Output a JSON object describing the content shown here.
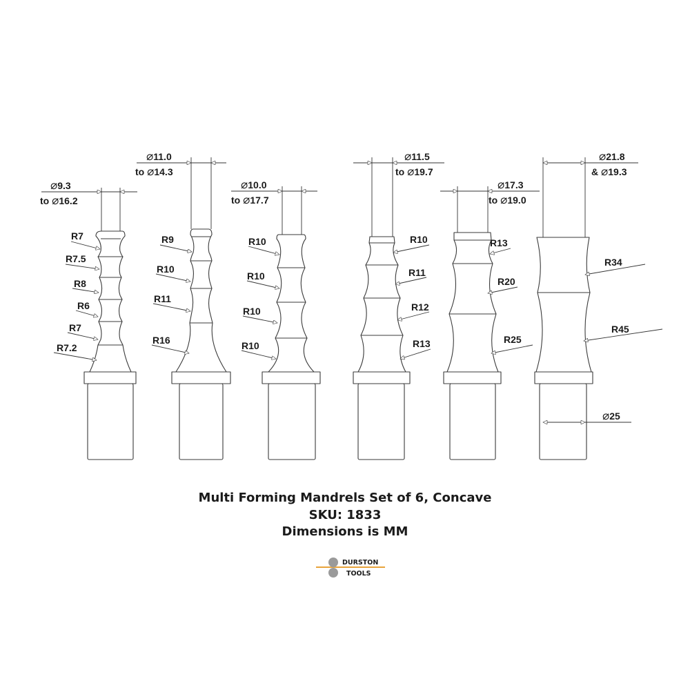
{
  "title": {
    "line1": "Multi Forming Mandrels Set of 6, Concave",
    "line2": "SKU: 1833",
    "line3": "Dimensions is MM"
  },
  "logo": {
    "line1": "DURSTON",
    "line2": "TOOLS",
    "accent_color": "#e8a33a",
    "dot_color": "#9a9a9a"
  },
  "mandrels": [
    {
      "top_dim": "9.3",
      "top_dim2": "16.2",
      "connector": "to",
      "radii": [
        "R7",
        "R7.5",
        "R8",
        "R6",
        "R7",
        "R7.2"
      ]
    },
    {
      "top_dim": "11.0",
      "top_dim2": "14.3",
      "connector": "to",
      "radii": [
        "R9",
        "R10",
        "R11",
        "R16"
      ]
    },
    {
      "top_dim": "10.0",
      "top_dim2": "17.7",
      "connector": "to",
      "radii": [
        "R10",
        "R10",
        "R10",
        "R10"
      ]
    },
    {
      "top_dim": "11.5",
      "top_dim2": "19.7",
      "connector": "to",
      "radii": [
        "R10",
        "R11",
        "R12",
        "R13"
      ]
    },
    {
      "top_dim": "17.3",
      "top_dim2": "19.0",
      "connector": "to",
      "radii": [
        "R13",
        "R20",
        "R25"
      ]
    },
    {
      "top_dim": "21.8",
      "top_dim2": "19.3",
      "connector": "&",
      "radii": [
        "R34",
        "R45"
      ],
      "shank_dim": "25"
    }
  ]
}
